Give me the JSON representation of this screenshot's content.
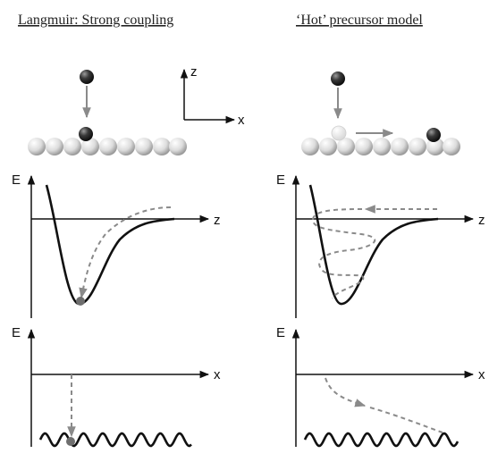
{
  "panels": {
    "left": {
      "title": "Langmuir: Strong coupling",
      "potential": {
        "y_label": "E",
        "x_label": "z"
      },
      "lateral": {
        "y_label": "E",
        "x_label": "x"
      }
    },
    "right": {
      "title": "‘Hot’ precursor model",
      "potential": {
        "y_label": "E",
        "x_label": "z"
      },
      "lateral": {
        "y_label": "E",
        "x_label": "x"
      }
    }
  },
  "coordinate_axes": {
    "vertical_label": "z",
    "horizontal_label": "x"
  },
  "colors": {
    "line": "#111111",
    "trajectory": "#8a8a8a",
    "atom": "#222222"
  }
}
